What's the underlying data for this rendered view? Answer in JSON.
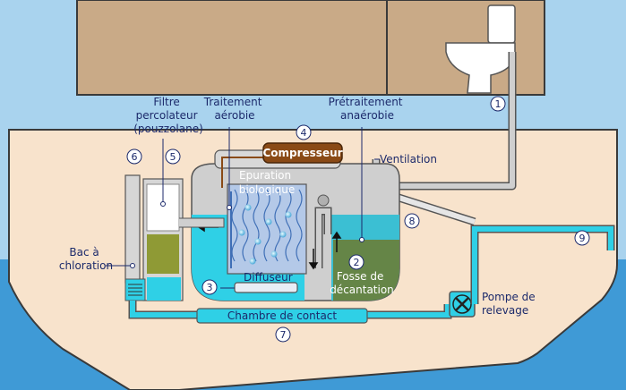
{
  "labels": {
    "filtre_percolateur": [
      "Filtre",
      "percolateur",
      "(pouzzolane)"
    ],
    "traitement_aerobie": [
      "Traitement",
      "aérobie"
    ],
    "pretraitement_anaerobie": [
      "Prétraitement",
      "anaérobie"
    ],
    "compresseur": "Compresseur",
    "ventilation": "Ventilation",
    "epuration_biologique": [
      "Epuration",
      "biologique"
    ],
    "bac_chloration": [
      "Bac à",
      "chloration"
    ],
    "diffuseur": "Diffuseur",
    "fosse_decantation": [
      "Fosse de",
      "décantation"
    ],
    "chambre_contact": "Chambre de contact",
    "pompe_relevage": [
      "Pompe de",
      "relevage"
    ]
  },
  "callouts": [
    "1",
    "2",
    "3",
    "4",
    "5",
    "6",
    "7",
    "8",
    "9"
  ],
  "colors": {
    "sky": "#a9d3ee",
    "sea": "#3f9ad6",
    "hull": "#f8e3cc",
    "cabin": "#c9aa87",
    "water": "#2fd0e6",
    "sludge": "#6d7a2e",
    "filter": "#8f9a35",
    "compressor": "#8a4a16",
    "tank": "#cfcfcf",
    "text": "#1c2a6b"
  }
}
